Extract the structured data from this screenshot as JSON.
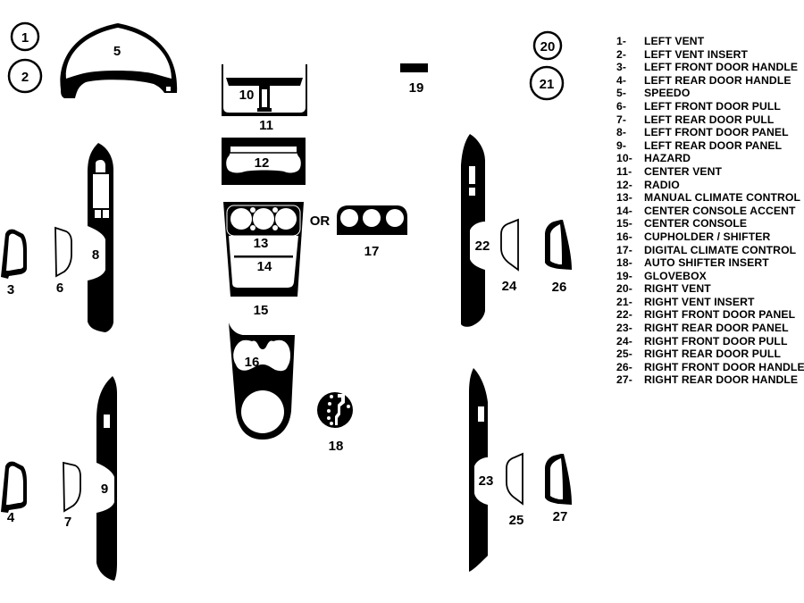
{
  "diagram": {
    "type": "dash-kit-parts-layout",
    "or_label": "OR",
    "parts_labels": {
      "p1": "1",
      "p2": "2",
      "p3": "3",
      "p4": "4",
      "p5": "5",
      "p6": "6",
      "p7": "7",
      "p8": "8",
      "p9": "9",
      "p10": "10",
      "p11": "11",
      "p12": "12",
      "p13": "13",
      "p14": "14",
      "p15": "15",
      "p16": "16",
      "p17": "17",
      "p18": "18",
      "p19": "19",
      "p20": "20",
      "p21": "21",
      "p22": "22",
      "p23": "23",
      "p24": "24",
      "p25": "25",
      "p26": "26",
      "p27": "27"
    },
    "colors": {
      "piece_fill": "#000000",
      "background": "#ffffff",
      "cutout": "#ffffff"
    }
  },
  "legend": {
    "items": [
      {
        "num": "1-",
        "name": "LEFT VENT"
      },
      {
        "num": "2-",
        "name": "LEFT VENT INSERT"
      },
      {
        "num": "3-",
        "name": "LEFT FRONT DOOR HANDLE"
      },
      {
        "num": "4-",
        "name": "LEFT REAR DOOR HANDLE"
      },
      {
        "num": "5-",
        "name": "SPEEDO"
      },
      {
        "num": "6-",
        "name": "LEFT FRONT DOOR PULL"
      },
      {
        "num": "7-",
        "name": "LEFT REAR DOOR PULL"
      },
      {
        "num": "8-",
        "name": "LEFT FRONT DOOR PANEL"
      },
      {
        "num": "9-",
        "name": "LEFT REAR DOOR PANEL"
      },
      {
        "num": "10-",
        "name": "HAZARD"
      },
      {
        "num": "11-",
        "name": "CENTER VENT"
      },
      {
        "num": "12-",
        "name": "RADIO"
      },
      {
        "num": "13-",
        "name": "MANUAL CLIMATE CONTROL"
      },
      {
        "num": "14-",
        "name": "CENTER CONSOLE ACCENT"
      },
      {
        "num": "15-",
        "name": "CENTER CONSOLE"
      },
      {
        "num": "16-",
        "name": "CUPHOLDER / SHIFTER"
      },
      {
        "num": "17-",
        "name": "DIGITAL CLIMATE CONTROL"
      },
      {
        "num": "18-",
        "name": "AUTO SHIFTER INSERT"
      },
      {
        "num": "19-",
        "name": "GLOVEBOX"
      },
      {
        "num": "20-",
        "name": "RIGHT VENT"
      },
      {
        "num": "21-",
        "name": "RIGHT VENT INSERT"
      },
      {
        "num": "22-",
        "name": "RIGHT FRONT DOOR PANEL"
      },
      {
        "num": "23-",
        "name": "RIGHT REAR DOOR PANEL"
      },
      {
        "num": "24-",
        "name": "RIGHT FRONT DOOR PULL"
      },
      {
        "num": "25-",
        "name": "RIGHT REAR DOOR PULL"
      },
      {
        "num": "26-",
        "name": "RIGHT FRONT DOOR HANDLE"
      },
      {
        "num": "27-",
        "name": "RIGHT REAR DOOR HANDLE"
      }
    ]
  }
}
